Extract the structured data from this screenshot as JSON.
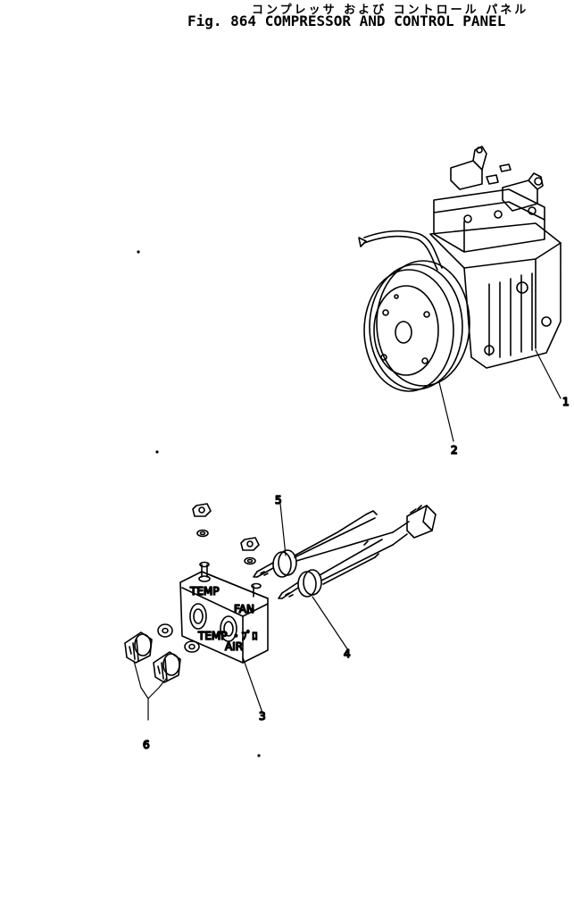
{
  "title": {
    "japanese": "コンプレッサ および コントロール パネル",
    "english": "Fig. 864 COMPRESSOR AND CONTROL PANEL"
  },
  "callouts": [
    {
      "id": "1",
      "part": "compressor"
    },
    {
      "id": "2",
      "part": "pulley-clutch"
    },
    {
      "id": "3",
      "part": "control-panel"
    },
    {
      "id": "4",
      "part": "switch-lower"
    },
    {
      "id": "5",
      "part": "switch-upper"
    },
    {
      "id": "6",
      "part": "knobs"
    }
  ],
  "panel_labels": {
    "left_top": "TEMP",
    "right_top": "FAN",
    "left_bottom": "TEMP ・ﾌﾟﾛ",
    "right_bottom": "AIR"
  }
}
